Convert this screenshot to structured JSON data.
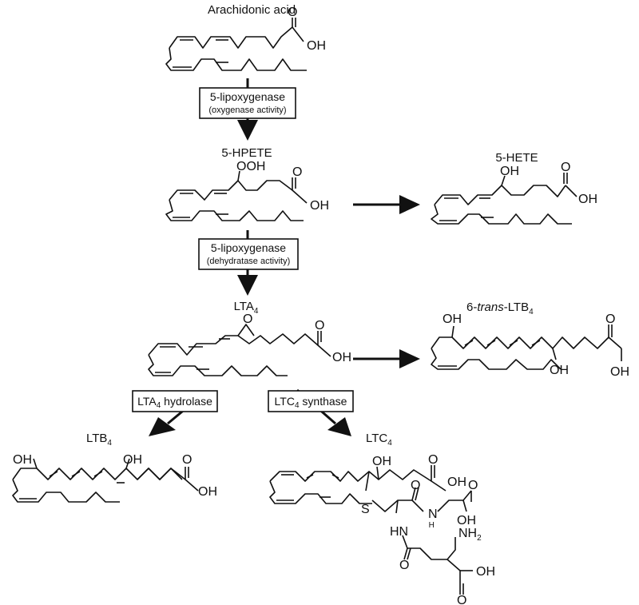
{
  "compounds": {
    "arachidonic_acid": "Arachidonic acid",
    "hpete": "5-HPETE",
    "hete": "5-HETE",
    "lta4": {
      "base": "LTA",
      "sub": "4"
    },
    "trans_ltb4": {
      "prefix": "6-",
      "italic": "trans",
      "mid": "-LTB",
      "sub": "4"
    },
    "ltb4": {
      "base": "LTB",
      "sub": "4"
    },
    "ltc4": {
      "base": "LTC",
      "sub": "4"
    }
  },
  "enzymes": {
    "lipox_oxygenase": {
      "name": "5-lipoxygenase",
      "activity": "(oxygenase activity)"
    },
    "lipox_dehydratase": {
      "name": "5-lipoxygenase",
      "activity": "(dehydratase activity)"
    },
    "lta4_hydrolase": {
      "base": "LTA",
      "sub": "4",
      "rest": " hydrolase"
    },
    "ltc4_synthase": {
      "base": "LTC",
      "sub": "4",
      "rest": " synthase"
    }
  },
  "atoms": {
    "oh": "OH",
    "ooh": "OOH",
    "o": "O",
    "s": "S",
    "hn": "HN",
    "nh": "N",
    "h": "H",
    "nh2": "NH",
    "two": "2"
  }
}
